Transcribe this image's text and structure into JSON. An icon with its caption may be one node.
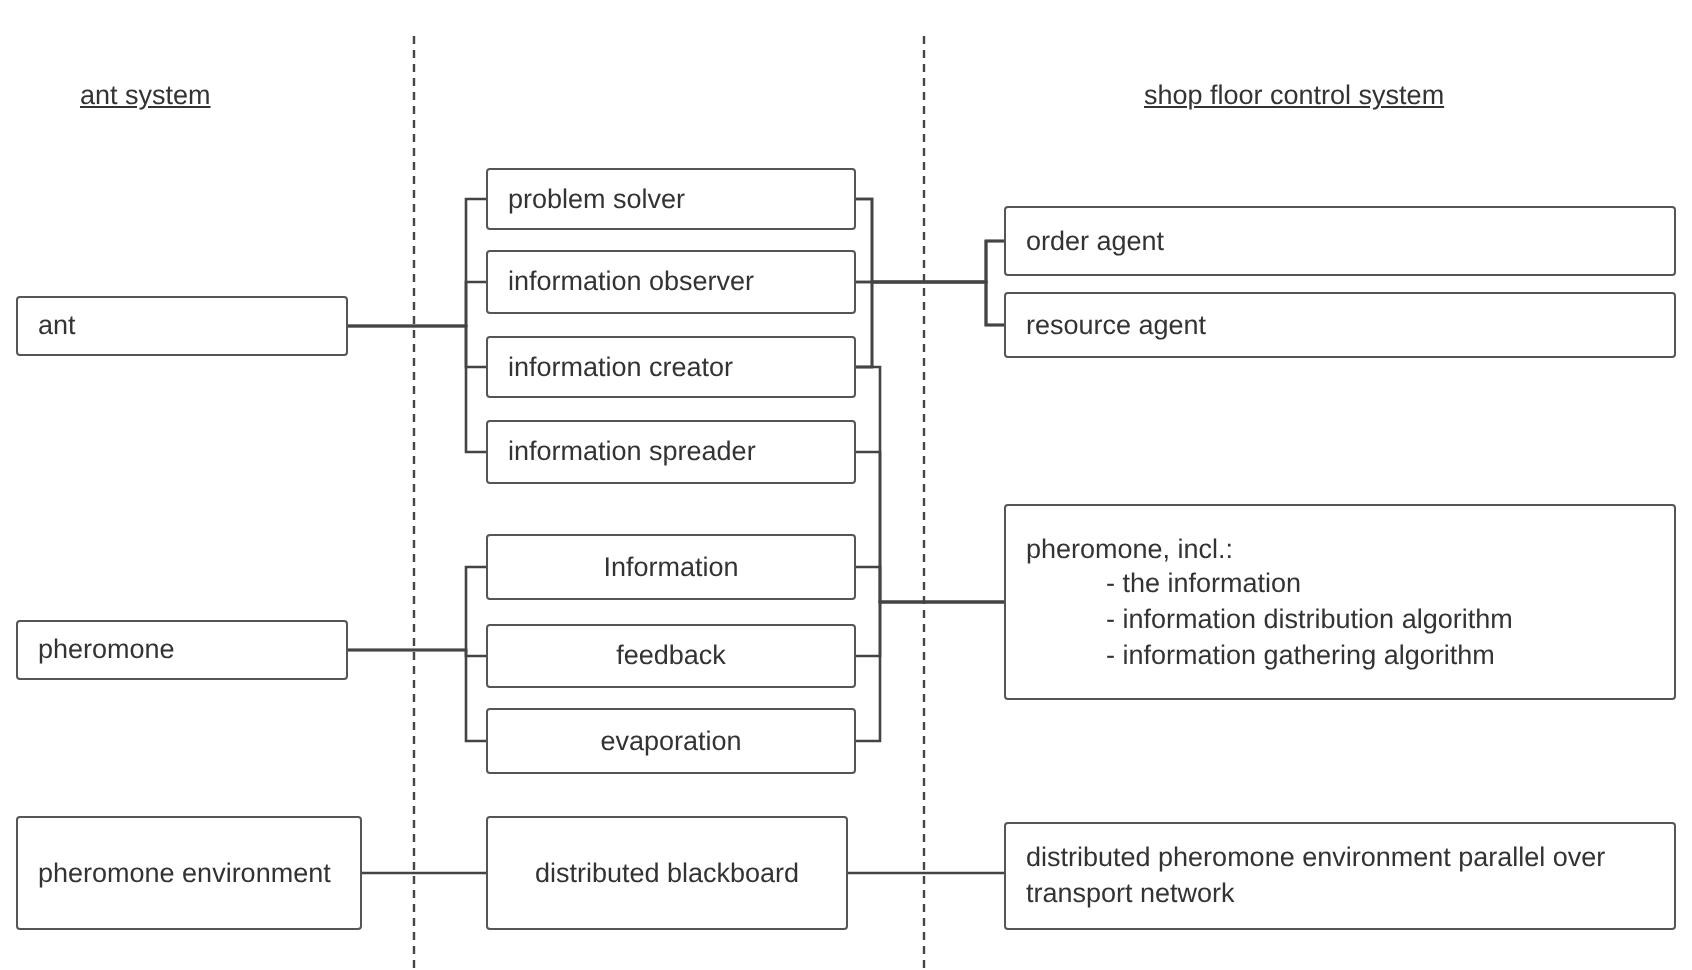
{
  "diagram": {
    "nodes": [
      {
        "text": [
          "ant"
        ]
      },
      {
        "text": [
          "pheromone"
        ]
      },
      {
        "text": [
          "pheromone environment"
        ]
      },
      {
        "text": [
          "problem solver"
        ]
      },
      {
        "text": [
          "information observer"
        ]
      },
      {
        "text": [
          "information creator"
        ]
      },
      {
        "text": [
          "information spreader"
        ]
      },
      {
        "text": [
          "Information"
        ]
      },
      {
        "text": [
          "feedback"
        ]
      },
      {
        "text": [
          "evaporation"
        ]
      },
      {
        "text": [
          "distributed blackboard"
        ]
      },
      {
        "text": [
          "order agent"
        ]
      },
      {
        "text": [
          "resource agent"
        ]
      },
      {
        "text": [
          "pheromone, incl.:",
          "- the information",
          "- information distribution algorithm",
          "- information gathering algorithm"
        ]
      },
      {
        "text": [
          "distributed pheromone environment parallel over transport network"
        ]
      }
    ],
    "edges": [
      {
        "from": 0,
        "to": 3,
        "arrow": "none"
      },
      {
        "from": 0,
        "to": 4,
        "arrow": "none"
      },
      {
        "from": 0,
        "to": 5,
        "arrow": "none"
      },
      {
        "from": 0,
        "to": 6,
        "arrow": "none"
      },
      {
        "from": 3,
        "to": 11,
        "arrow": "none"
      },
      {
        "from": 3,
        "to": 12,
        "arrow": "none"
      },
      {
        "from": 4,
        "to": 11,
        "arrow": "none"
      },
      {
        "from": 4,
        "to": 12,
        "arrow": "none"
      },
      {
        "from": 5,
        "to": 11,
        "arrow": "none"
      },
      {
        "from": 5,
        "to": 12,
        "arrow": "none"
      },
      {
        "from": 5,
        "to": 13,
        "arrow": "none"
      },
      {
        "from": 6,
        "to": 13,
        "arrow": "none"
      },
      {
        "from": 7,
        "to": 13,
        "arrow": "none"
      },
      {
        "from": 8,
        "to": 13,
        "arrow": "none"
      },
      {
        "from": 9,
        "to": 13,
        "arrow": "none"
      },
      {
        "from": 1,
        "to": 7,
        "arrow": "none"
      },
      {
        "from": 1,
        "to": 8,
        "arrow": "none"
      },
      {
        "from": 1,
        "to": 9,
        "arrow": "none"
      },
      {
        "from": 2,
        "to": 10,
        "arrow": "none"
      },
      {
        "from": 10,
        "to": 14,
        "arrow": "none"
      }
    ],
    "labels": [
      "ant system",
      "shop floor control system"
    ]
  }
}
